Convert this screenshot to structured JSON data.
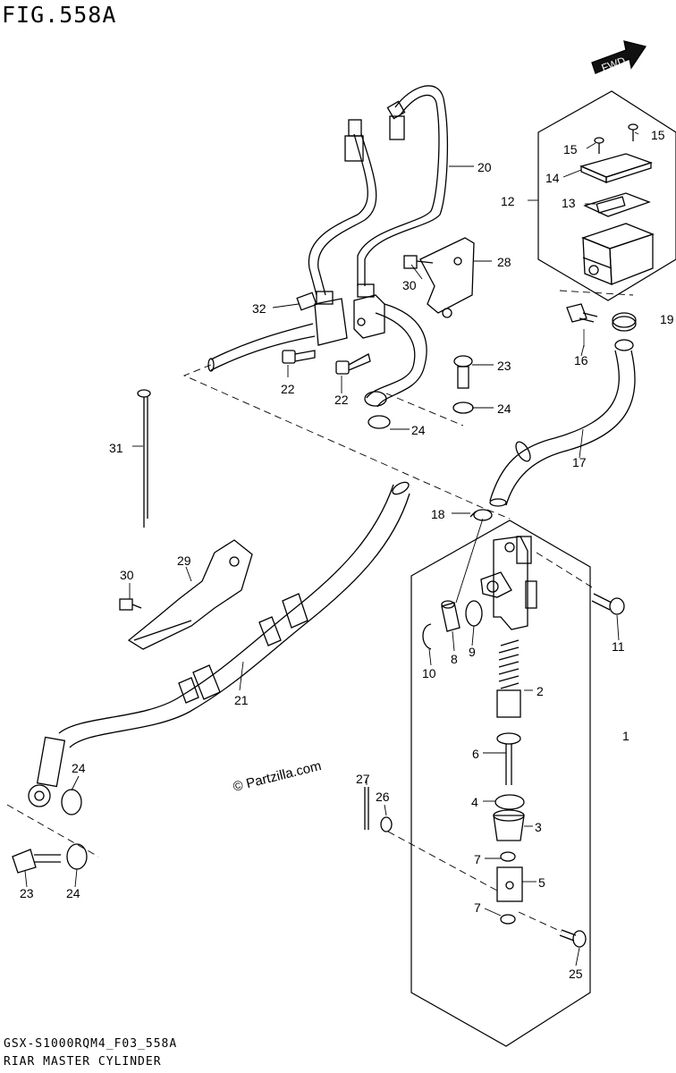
{
  "figure": {
    "title": "FIG.558A",
    "code": "GSX-S1000RQM4_F03_558A",
    "name": "RIAR MASTER CYLINDER",
    "watermark": "© Partzilla.com",
    "fwd_label": "FWD"
  },
  "callouts": [
    {
      "id": "c1",
      "text": "1"
    },
    {
      "id": "c2",
      "text": "2"
    },
    {
      "id": "c3",
      "text": "3"
    },
    {
      "id": "c4",
      "text": "4"
    },
    {
      "id": "c5",
      "text": "5"
    },
    {
      "id": "c6",
      "text": "6"
    },
    {
      "id": "c7a",
      "text": "7"
    },
    {
      "id": "c7b",
      "text": "7"
    },
    {
      "id": "c8",
      "text": "8"
    },
    {
      "id": "c9",
      "text": "9"
    },
    {
      "id": "c10",
      "text": "10"
    },
    {
      "id": "c11",
      "text": "11"
    },
    {
      "id": "c12",
      "text": "12"
    },
    {
      "id": "c13",
      "text": "13"
    },
    {
      "id": "c14",
      "text": "14"
    },
    {
      "id": "c15a",
      "text": "15"
    },
    {
      "id": "c15b",
      "text": "15"
    },
    {
      "id": "c16",
      "text": "16"
    },
    {
      "id": "c17",
      "text": "17"
    },
    {
      "id": "c18",
      "text": "18"
    },
    {
      "id": "c19",
      "text": "19"
    },
    {
      "id": "c20",
      "text": "20"
    },
    {
      "id": "c21",
      "text": "21"
    },
    {
      "id": "c22a",
      "text": "22"
    },
    {
      "id": "c22b",
      "text": "22"
    },
    {
      "id": "c23a",
      "text": "23"
    },
    {
      "id": "c23b",
      "text": "23"
    },
    {
      "id": "c24a",
      "text": "24"
    },
    {
      "id": "c24b",
      "text": "24"
    },
    {
      "id": "c24c",
      "text": "24"
    },
    {
      "id": "c24d",
      "text": "24"
    },
    {
      "id": "c25",
      "text": "25"
    },
    {
      "id": "c26",
      "text": "26"
    },
    {
      "id": "c27",
      "text": "27"
    },
    {
      "id": "c28",
      "text": "28"
    },
    {
      "id": "c29",
      "text": "29"
    },
    {
      "id": "c30a",
      "text": "30"
    },
    {
      "id": "c30b",
      "text": "30"
    },
    {
      "id": "c31",
      "text": "31"
    },
    {
      "id": "c32",
      "text": "32"
    }
  ]
}
